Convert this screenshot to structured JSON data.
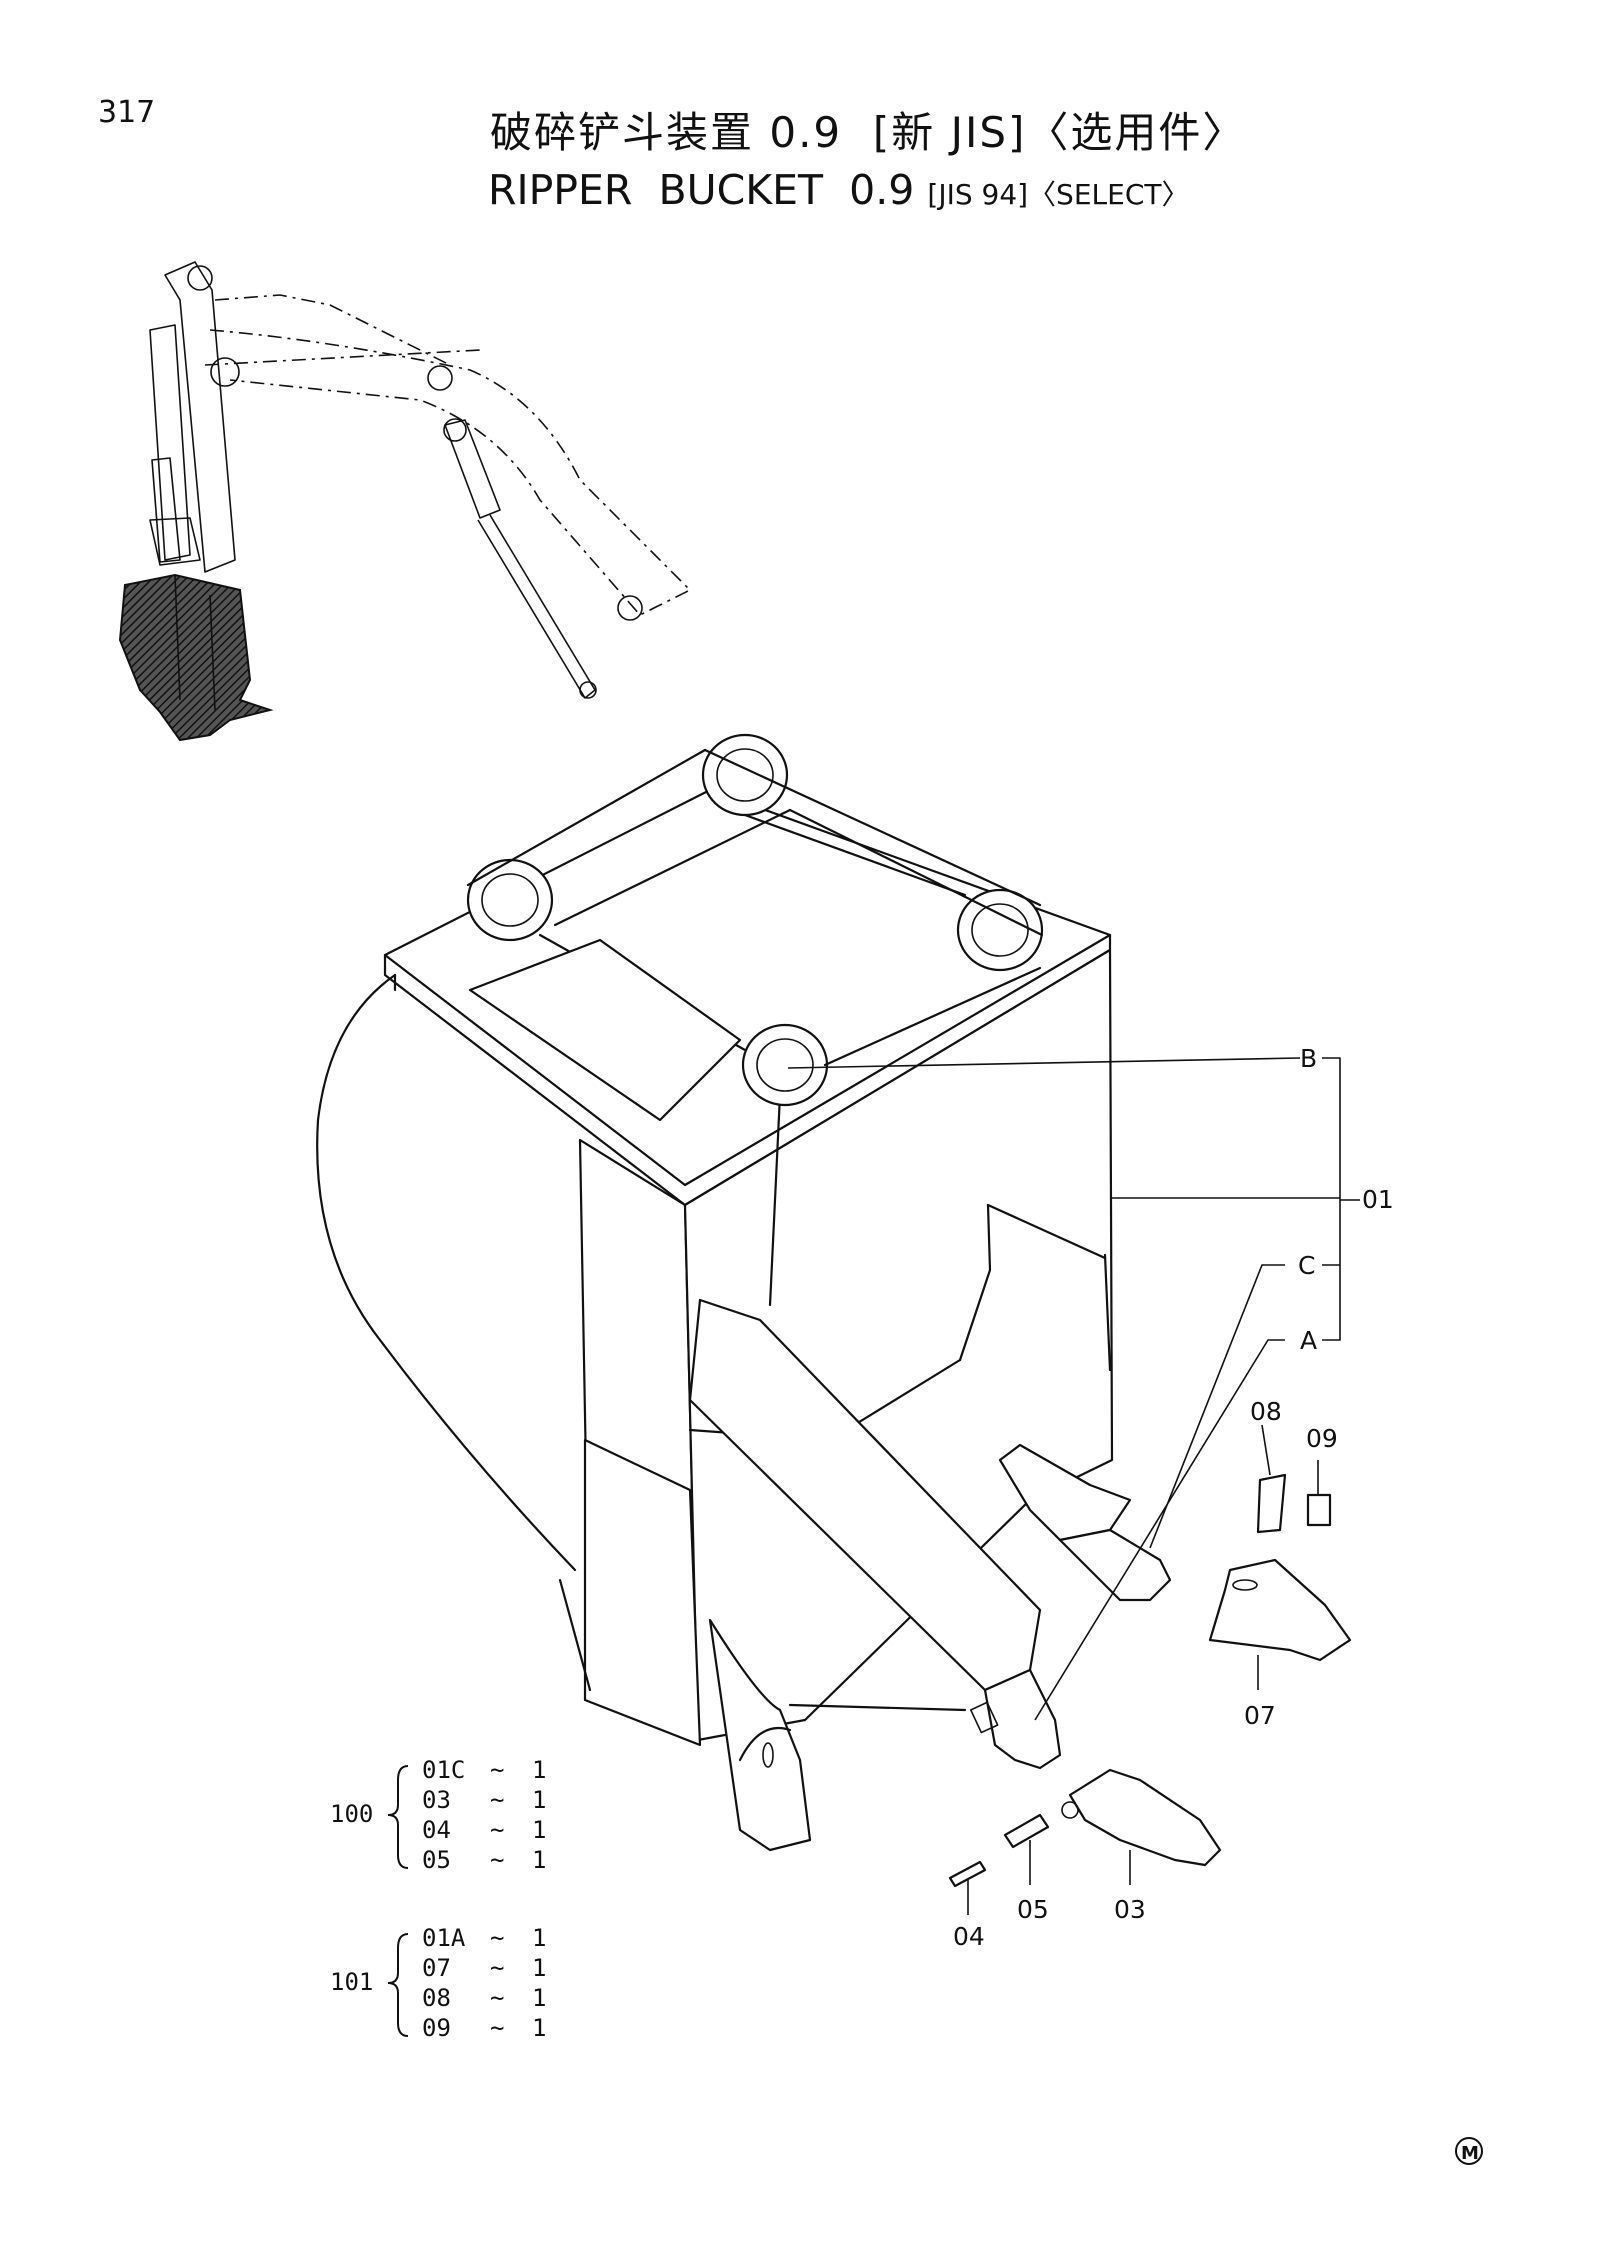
{
  "page_number": "317",
  "title_cn": "破碎铲斗装置 0.9  [新 JIS]〈选用件〉",
  "title_en_main": "RIPPER  BUCKET  0.9 ",
  "title_en_small": "[JIS 94]〈SELECT〉",
  "callouts": {
    "B": "B",
    "C": "C",
    "A": "A",
    "p01": "01",
    "p07": "07",
    "p08": "08",
    "p09": "09",
    "p03": "03",
    "p04": "04",
    "p05": "05"
  },
  "kits": [
    {
      "label": "100",
      "rows": [
        {
          "part": "01C",
          "qty": "1"
        },
        {
          "part": "03",
          "qty": "1"
        },
        {
          "part": "04",
          "qty": "1"
        },
        {
          "part": "05",
          "qty": "1"
        }
      ]
    },
    {
      "label": "101",
      "rows": [
        {
          "part": "01A",
          "qty": "1"
        },
        {
          "part": "07",
          "qty": "1"
        },
        {
          "part": "08",
          "qty": "1"
        },
        {
          "part": "09",
          "qty": "1"
        }
      ]
    }
  ],
  "tilde": "~",
  "mark": "M"
}
